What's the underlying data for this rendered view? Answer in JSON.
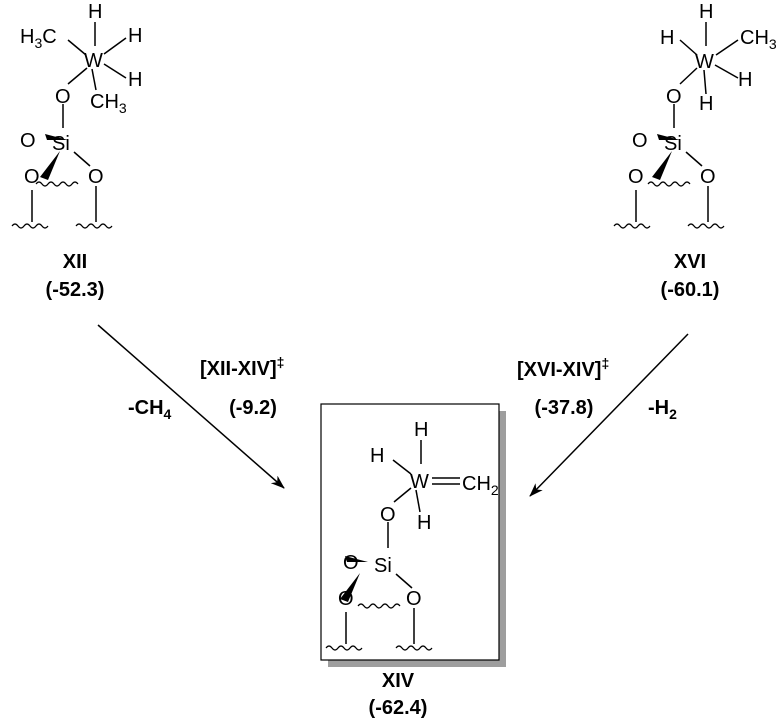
{
  "left": {
    "atoms": {
      "w": "W",
      "h": "H",
      "o": "O",
      "si": "Si",
      "h3c": "H",
      "h3c_sub": "3",
      "h3c_c": "C",
      "ch3_c": "CH",
      "ch3_sub": "3"
    },
    "name": "XII",
    "energy": "(-52.3)"
  },
  "right": {
    "atoms": {
      "w": "W",
      "h": "H",
      "o": "O",
      "si": "Si",
      "ch3": "CH",
      "ch3_sub": "3"
    },
    "name": "XVI",
    "energy": "(-60.1)"
  },
  "center": {
    "atoms": {
      "w": "W",
      "h": "H",
      "o": "O",
      "si": "Si",
      "ch2": "CH",
      "ch2_sub": "2"
    },
    "name": "XIV",
    "energy": "(-62.4)"
  },
  "ts_left": {
    "label": "[XII-XIV]",
    "dagger": "‡",
    "energy": "(-9.2)"
  },
  "ts_right": {
    "label": "[XVI-XIV]",
    "dagger": "‡",
    "energy": "(-37.8)"
  },
  "loss_left": {
    "text": "-CH",
    "sub": "4"
  },
  "loss_right": {
    "text": "-H",
    "sub": "2"
  }
}
